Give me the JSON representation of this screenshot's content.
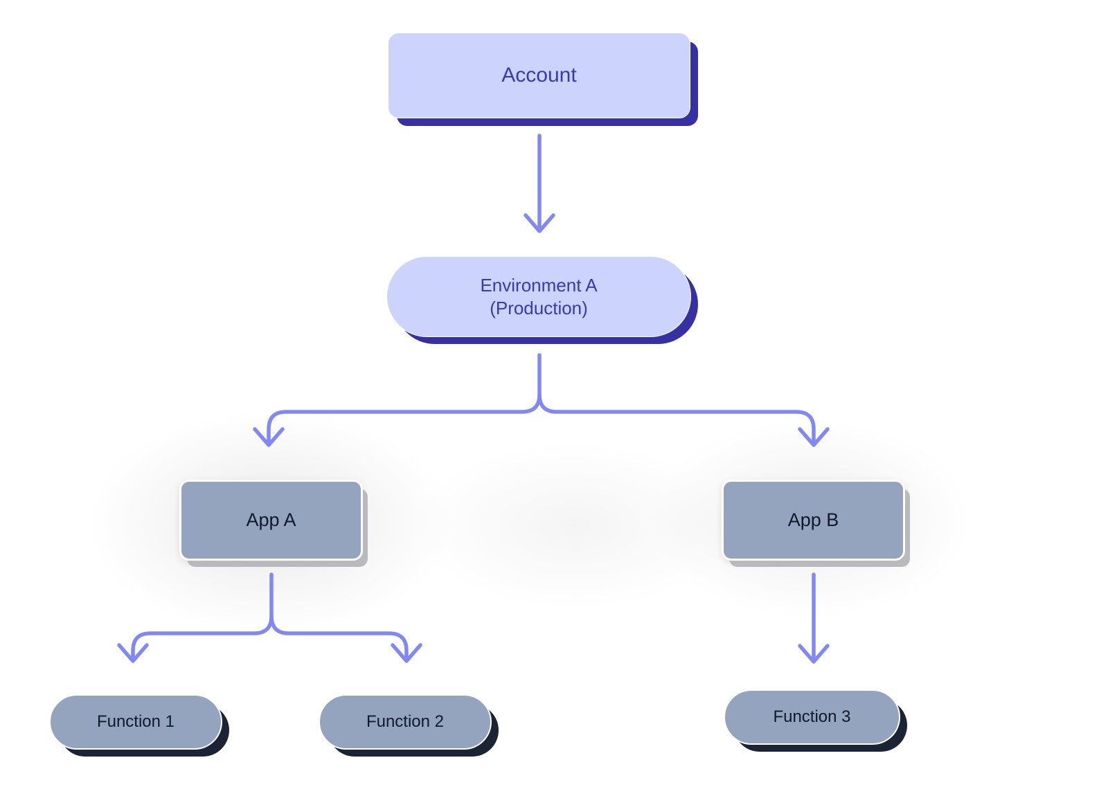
{
  "diagram": {
    "title": "Account / Environment / App / Function hierarchy",
    "colors": {
      "background": "#ffffff",
      "node_indigo_fill": "#ccd3fc",
      "node_indigo_text": "#3f37ac",
      "node_indigo_shadow": "#3730a3",
      "node_slate_fill": "#94a3be",
      "node_slate_text": "#10182b",
      "node_slate_border": "#ffffff",
      "app_shadow": "#b4b6ba",
      "function_shadow": "#1c2433",
      "edge_stroke": "#8189f0"
    },
    "nodes": {
      "account": {
        "label": "Account",
        "shape": "rounded-rect",
        "level": 1
      },
      "environment_a": {
        "label": "Environment A\n(Production)",
        "shape": "stadium",
        "level": 2
      },
      "app_a": {
        "label": "App A",
        "shape": "rounded-rect",
        "level": 3
      },
      "app_b": {
        "label": "App B",
        "shape": "rounded-rect",
        "level": 3
      },
      "function_1": {
        "label": "Function 1",
        "shape": "stadium",
        "level": 4
      },
      "function_2": {
        "label": "Function 2",
        "shape": "stadium",
        "level": 4
      },
      "function_3": {
        "label": "Function 3",
        "shape": "stadium",
        "level": 4
      }
    },
    "edges": [
      {
        "from": "account",
        "to": "environment_a",
        "style": "straight-arrow"
      },
      {
        "from": "environment_a",
        "to": "app_a",
        "style": "branch-arrow"
      },
      {
        "from": "environment_a",
        "to": "app_b",
        "style": "branch-arrow"
      },
      {
        "from": "app_a",
        "to": "function_1",
        "style": "branch-arrow"
      },
      {
        "from": "app_a",
        "to": "function_2",
        "style": "branch-arrow"
      },
      {
        "from": "app_b",
        "to": "function_3",
        "style": "straight-arrow"
      }
    ]
  }
}
